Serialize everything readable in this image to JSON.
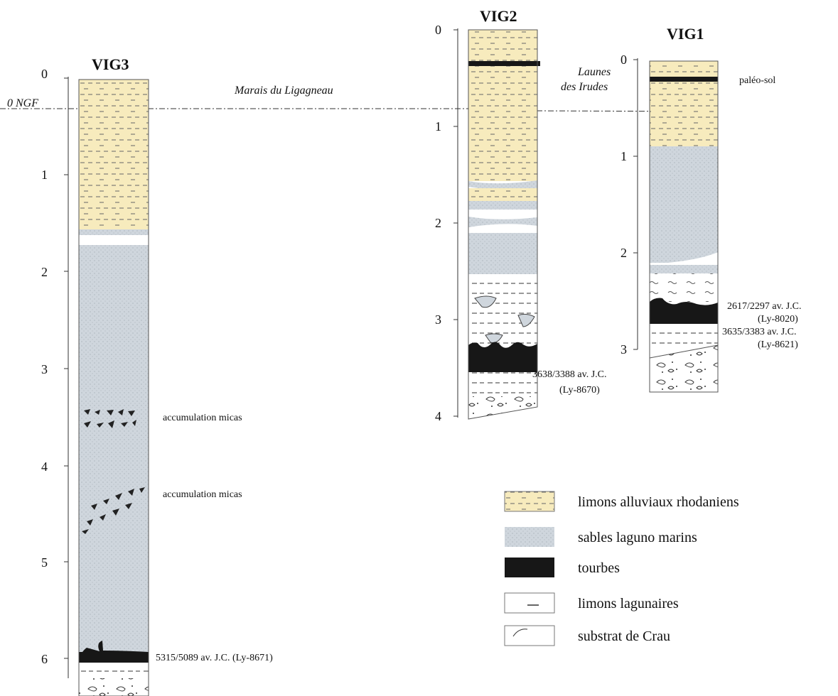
{
  "colors": {
    "limons_alluviaux": "#f7ebbd",
    "sables": "#cfd6dd",
    "tourbes": "#171717",
    "limons_lagunaires": "#ffffff",
    "substrat": "#ffffff"
  },
  "datum_label": "0 NGF",
  "places": {
    "marais": "Marais du Ligagneau",
    "launes_line1": "Launes",
    "launes_line2": "des Irudes"
  },
  "cores": {
    "vig3": {
      "title": "VIG3",
      "ticks": [
        "0",
        "1",
        "2",
        "3",
        "4",
        "5",
        "6"
      ],
      "annotations": {
        "micas1": "accumulation micas",
        "micas2": "accumulation micas",
        "date": "5315/5089 av. J.C. (Ly-8671)"
      }
    },
    "vig2": {
      "title": "VIG2",
      "ticks": [
        "0",
        "1",
        "2",
        "3",
        "4"
      ],
      "annotations": {
        "date_line1": "3638/3388 av. J.C.",
        "date_line2": "(Ly-8670)"
      }
    },
    "vig1": {
      "title": "VIG1",
      "ticks": [
        "0",
        "1",
        "2",
        "3"
      ],
      "annotations": {
        "paleosol": "paléo-sol",
        "date1_line1": "2617/2297 av. J.C.",
        "date1_line2": "(Ly-8020)",
        "date2_line1": "3635/3383 av. J.C.",
        "date2_line2": "(Ly-8621)"
      }
    }
  },
  "legend": {
    "items": [
      "limons alluviaux rhodaniens",
      "sables laguno marins",
      "tourbes",
      "limons lagunaires",
      "substrat de Crau"
    ]
  }
}
